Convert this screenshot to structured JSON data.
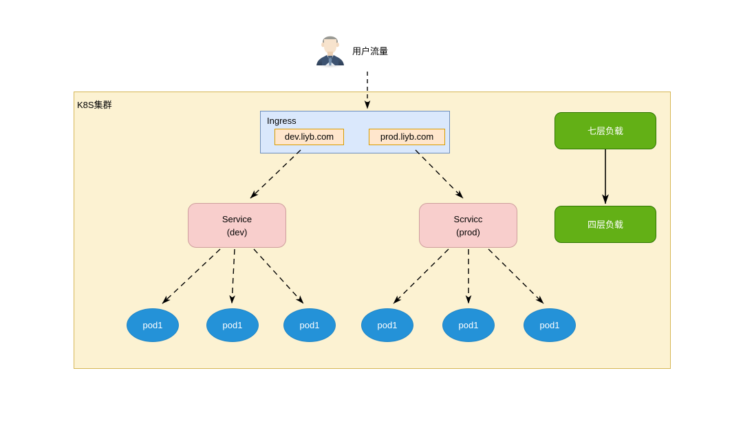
{
  "diagram": {
    "title": "Kubernetes Ingress traffic routing diagram",
    "background": "#ffffff"
  },
  "actor": {
    "icon": "businessman-avatar-icon",
    "label": "用户流量"
  },
  "cluster": {
    "label": "K8S集群",
    "fill": "#fcf2d2",
    "stroke": "#d6b656"
  },
  "ingress": {
    "title": "Ingress",
    "fill": "#dae8fc",
    "stroke": "#6c8ebf",
    "hosts": [
      {
        "label": "dev.liyb.com",
        "fill": "#ffe6cc",
        "stroke": "#d79b00"
      },
      {
        "label": "prod.liyb.com",
        "fill": "#ffe6cc",
        "stroke": "#d79b00"
      }
    ]
  },
  "services": [
    {
      "name": "Service",
      "env": "(dev)",
      "fill": "#f8cecc",
      "stroke": "#cd9e9c"
    },
    {
      "name": "Scrvicc",
      "env": "(prod)",
      "fill": "#f8cecc",
      "stroke": "#cd9e9c"
    }
  ],
  "pods": [
    {
      "label": "pod1",
      "group": "dev"
    },
    {
      "label": "pod1",
      "group": "dev"
    },
    {
      "label": "pod1",
      "group": "dev"
    },
    {
      "label": "pod1",
      "group": "prod"
    },
    {
      "label": "pod1",
      "group": "prod"
    },
    {
      "label": "pod1",
      "group": "prod"
    }
  ],
  "load_balancers": [
    {
      "label": "七层负载",
      "fill": "#63b016",
      "stroke": "#2d7600"
    },
    {
      "label": "四层负载",
      "fill": "#63b016",
      "stroke": "#2d7600"
    }
  ],
  "edges": {
    "style_dashed": "dashed-arrow",
    "style_solid": "solid-arrow",
    "stroke": "#000000"
  }
}
